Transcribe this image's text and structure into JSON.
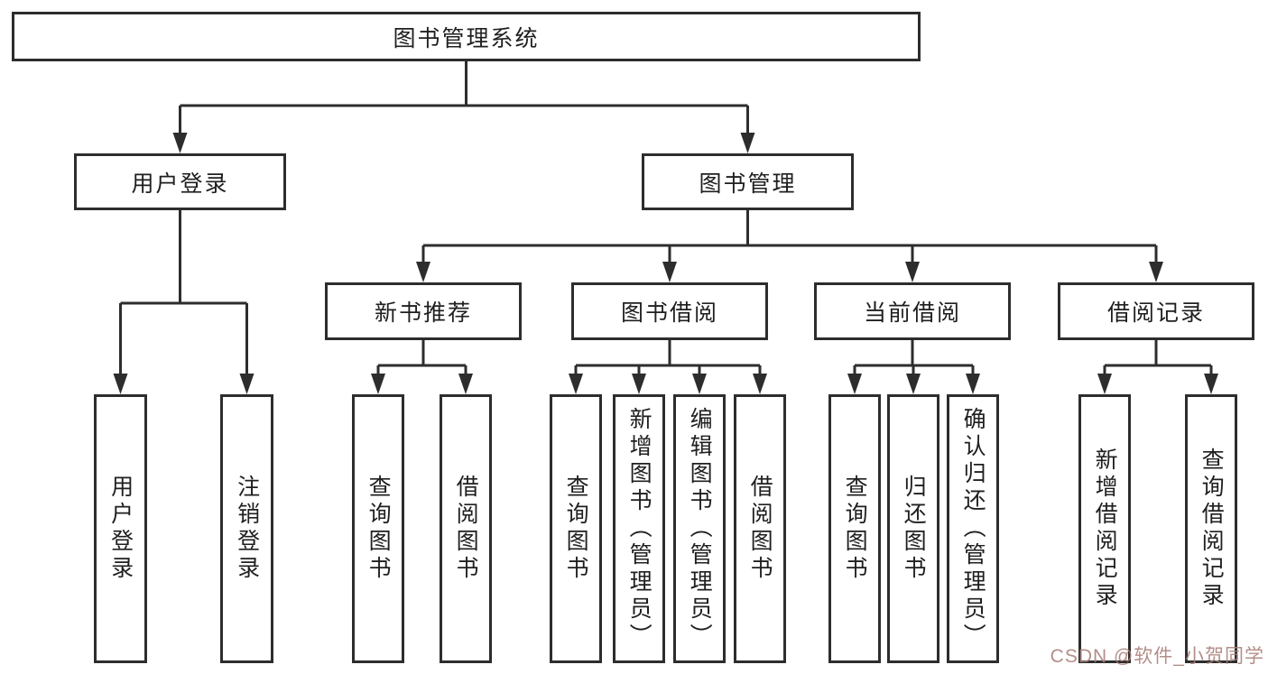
{
  "diagram": {
    "title": "图书管理系统",
    "branches": [
      {
        "label": "用户登录",
        "children": [
          {
            "label": "用户登录"
          },
          {
            "label": "注销登录"
          }
        ]
      },
      {
        "label": "图书管理",
        "sections": [
          {
            "label": "新书推荐",
            "children": [
              {
                "label": "查询图书"
              },
              {
                "label": "借阅图书"
              }
            ]
          },
          {
            "label": "图书借阅",
            "children": [
              {
                "label": "查询图书"
              },
              {
                "label": "新增图书（管理员）"
              },
              {
                "label": "编辑图书（管理员）"
              },
              {
                "label": "借阅图书"
              }
            ]
          },
          {
            "label": "当前借阅",
            "children": [
              {
                "label": "查询图书"
              },
              {
                "label": "归还图书"
              },
              {
                "label": "确认归还（管理员）"
              }
            ]
          },
          {
            "label": "借阅记录",
            "children": [
              {
                "label": "新增借阅记录"
              },
              {
                "label": "查询借阅记录"
              }
            ]
          }
        ]
      }
    ]
  },
  "watermark": {
    "text": "CSDN @软件_小贺同学"
  },
  "colors": {
    "line": "#2d2d2d",
    "box_border": "#2d2d2d",
    "box_fill": "#ffffff",
    "text": "#1f1f1f",
    "watermark": "#a87e79",
    "background": "#ffffff"
  }
}
